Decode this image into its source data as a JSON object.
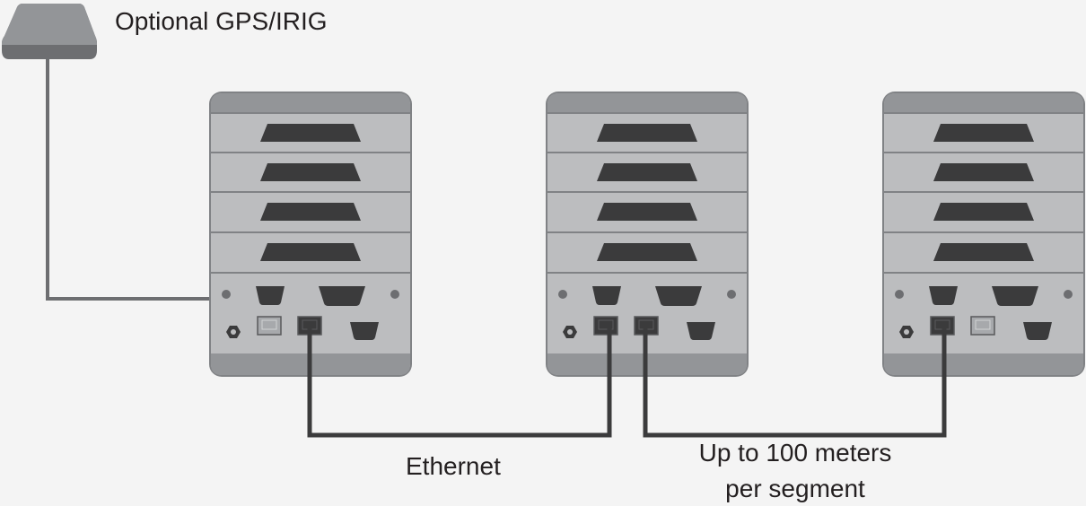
{
  "labels": {
    "gps": "Optional GPS/IRIG",
    "ethernet": "Ethernet",
    "distance_line1": "Up to 100 meters",
    "distance_line2": "per segment"
  },
  "colors": {
    "background": "#f4f4f4",
    "chassis_body": "#bcbdbf",
    "chassis_edge": "#808285",
    "chassis_dark": "#939598",
    "connector": "#3b3b3c",
    "cable": "#3b3b3c",
    "gps_cable": "#6d6e71",
    "port_inactive": "#a7a9ac"
  },
  "units": [
    {
      "id": "unit-left",
      "active_rj45": "right"
    },
    {
      "id": "unit-middle",
      "active_rj45": "both"
    },
    {
      "id": "unit-right",
      "active_rj45": "left"
    }
  ]
}
